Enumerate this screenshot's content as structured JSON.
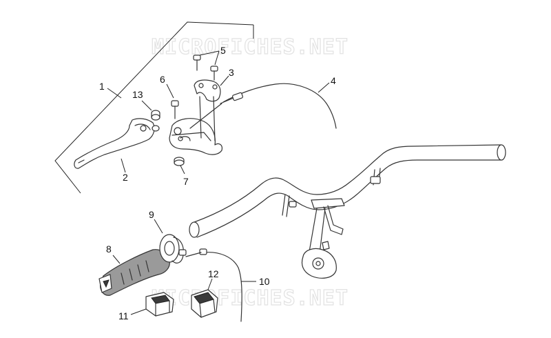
{
  "watermark": "MICROFICHES.NET",
  "callouts": [
    "1",
    "2",
    "3",
    "4",
    "5",
    "6",
    "7",
    "8",
    "9",
    "10",
    "11",
    "12",
    "13"
  ],
  "colors": {
    "line": "#333333",
    "grip": "#9a9a9a",
    "watermark": "#e3e3e3"
  }
}
